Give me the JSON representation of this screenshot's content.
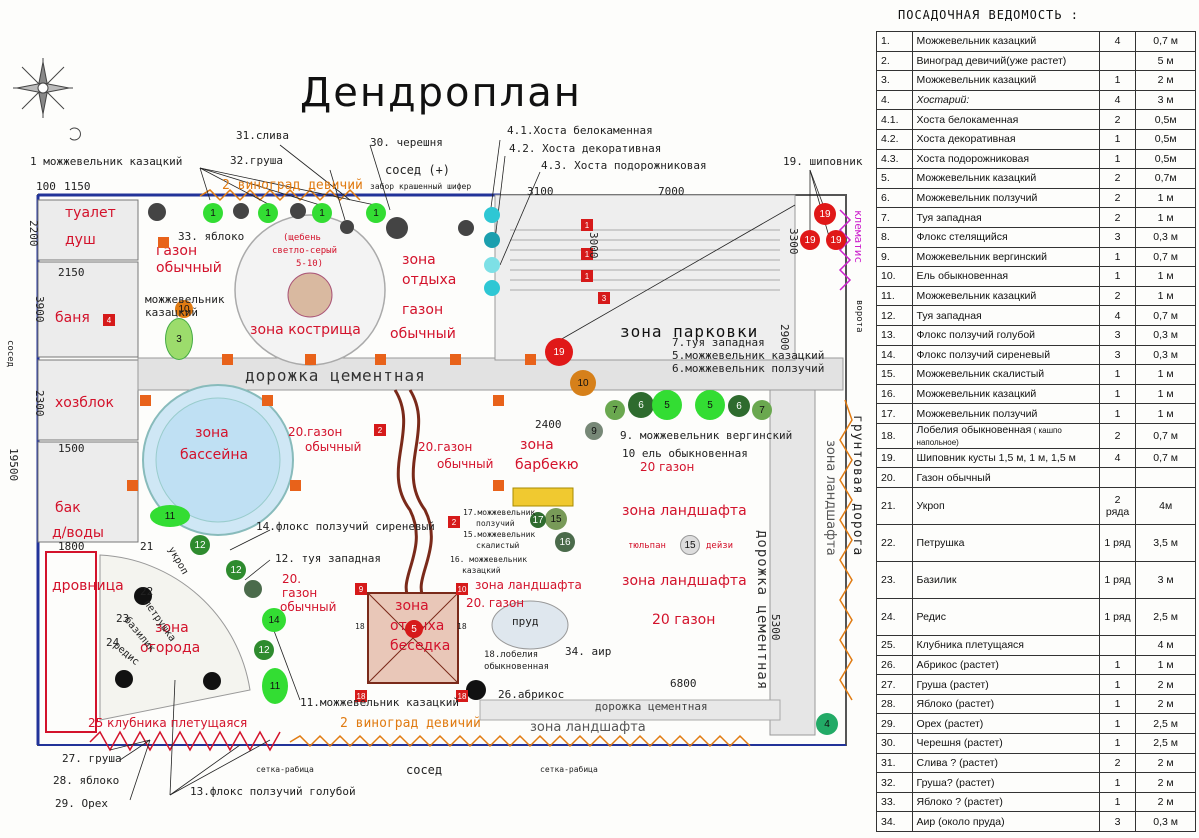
{
  "title": "Дендроплан",
  "table": {
    "heading": "ПОСАДОЧНАЯ ВЕДОМОСТЬ :",
    "rows": [
      {
        "n": "1.",
        "name": "Можжевельник казацкий",
        "q": "4",
        "s": "0,7 м"
      },
      {
        "n": "2.",
        "name": "Виноград девичий(уже растет)",
        "q": "",
        "s": "5 м"
      },
      {
        "n": "3.",
        "name": "Можжевельник казацкий",
        "q": "1",
        "s": "2 м"
      },
      {
        "n": "4.",
        "name": "Хостарий:",
        "q": "4",
        "s": "3 м",
        "italic": true
      },
      {
        "n": "4.1.",
        "name": "Хоста белокаменная",
        "q": "2",
        "s": "0,5м"
      },
      {
        "n": "4.2.",
        "name": "Хоста декоративная",
        "q": "1",
        "s": "0,5м"
      },
      {
        "n": "4.3.",
        "name": "Хоста  подорожниковая",
        "q": "1",
        "s": "0,5м"
      },
      {
        "n": "5.",
        "name": "Можжевельник казацкий",
        "q": "2",
        "s": "0,7м"
      },
      {
        "n": "6.",
        "name": "Можжевельник ползучий",
        "q": "2",
        "s": "1 м"
      },
      {
        "n": "7.",
        "name": "Туя западная",
        "q": "2",
        "s": "1 м"
      },
      {
        "n": "8.",
        "name": "Флокс стелящийся",
        "q": "3",
        "s": "0,3 м"
      },
      {
        "n": "9.",
        "name": "Можжевельник вергинский",
        "q": "1",
        "s": "0,7 м"
      },
      {
        "n": "10.",
        "name": "Ель обыкновенная",
        "q": "1",
        "s": "1 м"
      },
      {
        "n": "11.",
        "name": "Можжевельник казацкий",
        "q": "2",
        "s": "1 м"
      },
      {
        "n": "12.",
        "name": "Туя западная",
        "q": "4",
        "s": "0,7 м"
      },
      {
        "n": "13.",
        "name": "Флокс ползучий голубой",
        "q": "3",
        "s": "0,3 м"
      },
      {
        "n": "14.",
        "name": "Флокс ползучий сиреневый",
        "q": "3",
        "s": "0,3 м"
      },
      {
        "n": "15.",
        "name": "Можжевельник скалистый",
        "q": "1",
        "s": "1 м"
      },
      {
        "n": "16.",
        "name": "Можжевельник  казацкий",
        "q": "1",
        "s": "1 м"
      },
      {
        "n": "17.",
        "name": "Можжевельник ползучий",
        "q": "1",
        "s": "1 м"
      },
      {
        "n": "18.",
        "name": "Лобелия обыкновенная",
        "note": "( кашпо напольное)",
        "q": "2",
        "s": "0,7 м"
      },
      {
        "n": "19.",
        "name": "Шиповник кусты 1,5 м, 1 м, 1,5 м",
        "q": "4",
        "s": "0,7 м"
      },
      {
        "n": "20.",
        "name": "Газон обычный",
        "q": "",
        "s": ""
      },
      {
        "n": "21.",
        "name": "Укроп",
        "q": "2 ряда",
        "s": "4м",
        "tall": true
      },
      {
        "n": "22.",
        "name": "Петрушка",
        "q": "1 ряд",
        "s": "3,5 м",
        "tall": true
      },
      {
        "n": "23.",
        "name": "Базилик",
        "q": "1 ряд",
        "s": "3 м",
        "tall": true
      },
      {
        "n": "24.",
        "name": "Редис",
        "q": "1 ряд",
        "s": "2,5 м",
        "tall": true
      },
      {
        "n": "25.",
        "name": "Клубника плетущаяся",
        "q": "",
        "s": "4 м"
      },
      {
        "n": "26.",
        "name": "Абрикос (растет)",
        "q": "1",
        "s": "1 м"
      },
      {
        "n": "27.",
        "name": "Груша (растет)",
        "q": "1",
        "s": "2 м"
      },
      {
        "n": "28.",
        "name": "Яблоко (растет)",
        "q": "1",
        "s": "2 м"
      },
      {
        "n": "29.",
        "name": "Орех (растет)",
        "q": "1",
        "s": "2,5 м"
      },
      {
        "n": "30.",
        "name": "Черешня (растет)",
        "q": "1",
        "s": "2,5 м"
      },
      {
        "n": "31.",
        "name": "Слива ? (растет)",
        "q": "2",
        "s": "2 м"
      },
      {
        "n": "32.",
        "name": "Груша?  (растет)",
        "q": "1",
        "s": "2 м"
      },
      {
        "n": "33.",
        "name": "Яблоко ? (растет)",
        "q": "1",
        "s": "2 м"
      },
      {
        "n": "34.",
        "name": "Аир (около пруда)",
        "q": "3",
        "s": "0,3 м"
      }
    ]
  },
  "zones": {
    "toilet": "туалет",
    "shower": "душ",
    "bath": "баня",
    "shed": "хозблок",
    "tank1": "бак",
    "tank2": "д/воды",
    "woodshed": "дровница",
    "rest1": "зона",
    "rest2": "отдыха",
    "rest3": "газон",
    "rest4": "обычный",
    "fire": "зона кострища",
    "pool1": "зона",
    "pool2": "бассейна",
    "bbq1": "зона",
    "bbq2": "барбекю",
    "parking": "зона парковки",
    "landscape1": "зона  ландшафта",
    "landscape2": "зона ландшафта",
    "landscape3": "зона ландшафта",
    "garden1": "зона",
    "garden2": "огорода",
    "gazebo1": "зона",
    "gazebo2": "отдыха",
    "gazebo3": "беседка",
    "lawn_left1": "газон",
    "lawn_left2": "обычный",
    "lawn_tl": "газон",
    "lawn_tl2": "обычный",
    "rest_lawn": "газон",
    "rest_lawn2": "обычный",
    "zl_small": "зона ландшафта",
    "pond": "пруд"
  },
  "roads": {
    "cement": "дорожка цементная",
    "cement2": "дорожка цементная",
    "cement3": "дорожка цементная",
    "ground": "грунтовая дорога",
    "zl_vert": "зона ландшафта",
    "gates": "ворота"
  },
  "labels": {
    "l1": "1 можжевельник казацкий",
    "l2": "2 виноград девичий",
    "l2b": "2 виноград девичий",
    "l31": "31.слива",
    "l32": "32.груша",
    "l30": "30. черешня",
    "l41": "4.1.Хоста белокаменная",
    "l42": "4.2. Хоста декоративная",
    "l43": "4.3. Хоста подорожниковая",
    "l19": "19. шиповник",
    "l33": "33. яблоко",
    "l_gravel1": "(щебень",
    "l_gravel2": "светло-серый",
    "l_gravel3": "5-10)",
    "l_juniper1": "можжевельник",
    "l_juniper2": "казацкий",
    "neighbor_top": "сосед (+)",
    "fence_top": "забор крашенный шифер",
    "l7": "7.туя западная",
    "l5": "5.можжевельник казацкий",
    "l6": "6.можжевельник ползучий",
    "l9": "9. можжевельник вергинский",
    "l10": "10  ель обыкновенная",
    "l20a": "20 газон",
    "l20b": "20.газон",
    "l20b2": "обычный",
    "l20c": "20.газон",
    "l20c2": "обычный",
    "l20d": "20. газон",
    "l20e": "20 газон",
    "l20f": "20.",
    "l20f2": "газон",
    "l20f3": "обычный",
    "l17a": "17.можжевельник",
    "l17b": "ползучий",
    "l15a": "15.можжевельник",
    "l15b": "скалистый",
    "l16a": "16. можжевельник",
    "l16b": "казацкий",
    "l14": "14.флокс ползучий сиреневый",
    "l12": "12. туя западная",
    "l18a": "18.лобелия",
    "l18b": "обыкновенная",
    "l34": "34. аир",
    "l26": "26.абрикос",
    "l11": "11.можжевельник казацкий",
    "l25": "25 клубника плетущаяся",
    "l27": "27. груша",
    "l28": "28. яблоко",
    "l29": "29. Орех",
    "l13": "13.флокс ползучий голубой",
    "neighbor_bottom": "сосед",
    "net1": "сетка-рабица",
    "net2": "сетка-рабица",
    "neighbor_left": "сосед",
    "clematis": "клематис",
    "tulip": "тюльпан",
    "daisy": "дейзи",
    "garden_dill": "укроп",
    "garden_parsley": "петрушка",
    "garden_basil": "базилик",
    "garden_radish": "редис",
    "n21": "21",
    "n22": "22",
    "n23": "23",
    "n24": "24"
  },
  "dims": {
    "d100": "100",
    "d1150": "1150",
    "d2200": "2200",
    "d2150": "2150",
    "d3900": "3900",
    "d2300": "2300",
    "d1500": "1500",
    "d1800": "1800",
    "d19500": "19500",
    "d3100": "3100",
    "d7000": "7000",
    "d3000": "3000",
    "d3300": "3300",
    "d2400": "2400",
    "d5300": "5300",
    "d6800": "6800",
    "d2900": "2900",
    "d18a": "18",
    "d18b": "18"
  },
  "colors": {
    "red": "#d3122b",
    "orange": "#e07b12",
    "green": "#33cc33",
    "darkgreen": "#2e6b2e"
  }
}
